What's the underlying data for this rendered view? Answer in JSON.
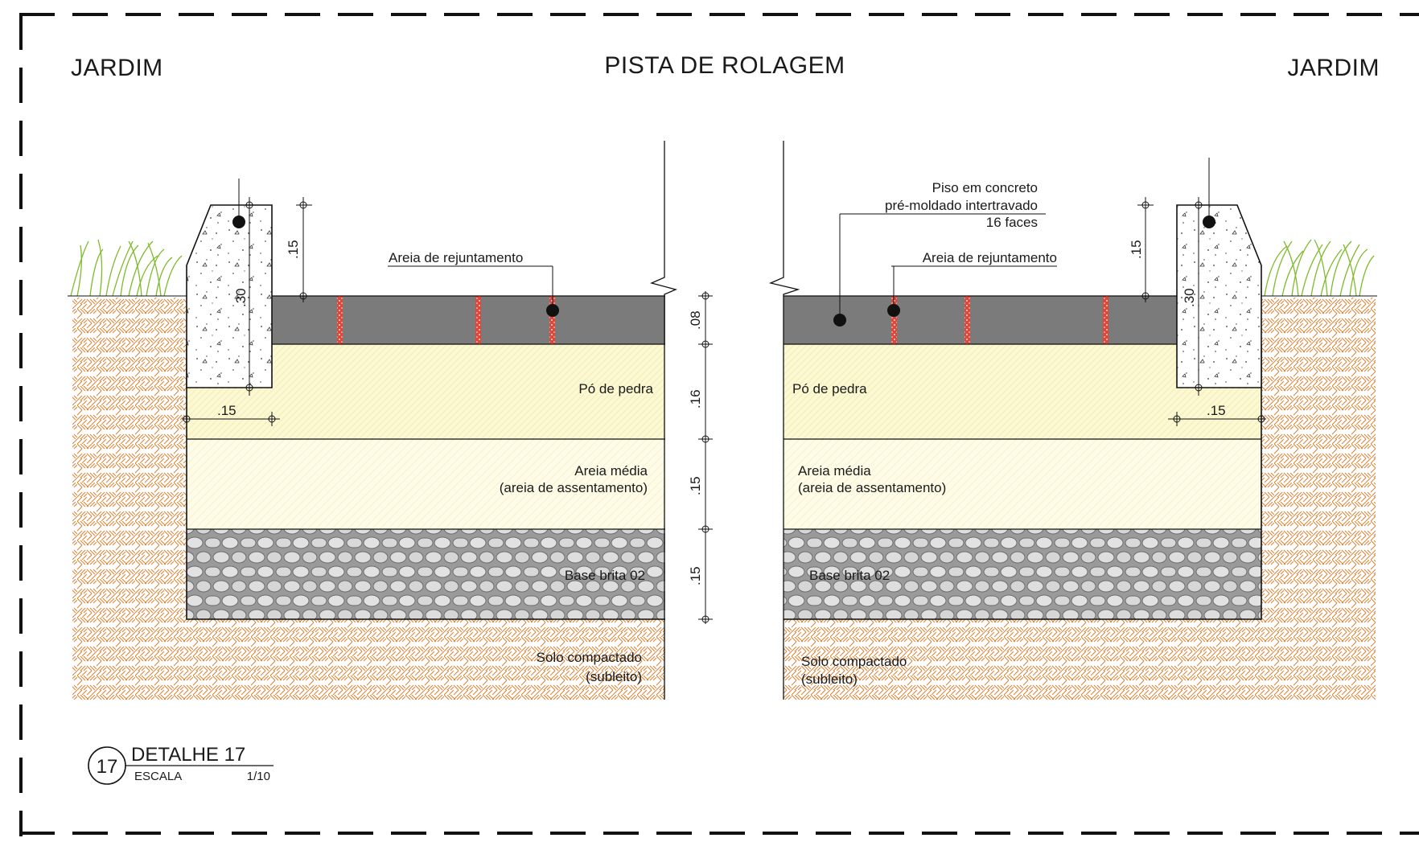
{
  "headers": {
    "left": "JARDIM",
    "center": "PISTA DE ROLAGEM",
    "right": "JARDIM"
  },
  "labels": {
    "joint_sand": "Areia de rejuntamento",
    "paver_line1": "Piso em concreto",
    "paver_line2": "pré-moldado intertravado",
    "paver_line3": "16 faces",
    "stone_dust": "Pó de pedra",
    "sand_line1": "Areia média",
    "sand_line2": "(areia de assentamento)",
    "gravel": "Base brita 02",
    "soil_line1": "Solo compactado",
    "soil_line2": "(subleito)"
  },
  "dimensions": {
    "curb_top": ".15",
    "curb_height": ".30",
    "curb_width": ".15",
    "layer_paver": ".08",
    "layer_dust": ".16",
    "layer_sand": ".15",
    "layer_gravel": ".15"
  },
  "title_block": {
    "number": "17",
    "title": "DETALHE 17",
    "scale_label": "ESCALA",
    "scale_value": "1/10"
  },
  "colors": {
    "paver": "#7b7b7b",
    "joint": "#e0463a",
    "stone_dust": "#fbf8d2",
    "sand": "#fdfbe6",
    "gravel": "#c4c4c4",
    "soil": "#d89552",
    "grass": "#7dbb2a",
    "ink": "#1a1a1a"
  }
}
